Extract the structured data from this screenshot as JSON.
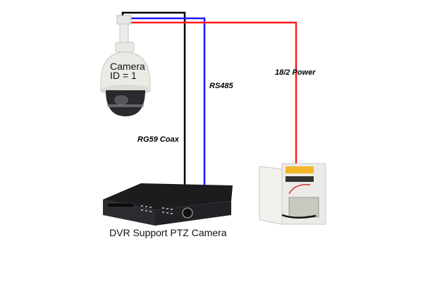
{
  "camera": {
    "name_label": "Camera",
    "id_label": "ID = 1"
  },
  "wires": {
    "coax": {
      "label": "RG59 Coax",
      "color": "#000000"
    },
    "rs485": {
      "label": "RS485",
      "color": "#1a1aff"
    },
    "power": {
      "label": "18/2 Power",
      "color": "#ff1a1a"
    }
  },
  "dvr": {
    "caption": "DVR Support PTZ Camera"
  }
}
